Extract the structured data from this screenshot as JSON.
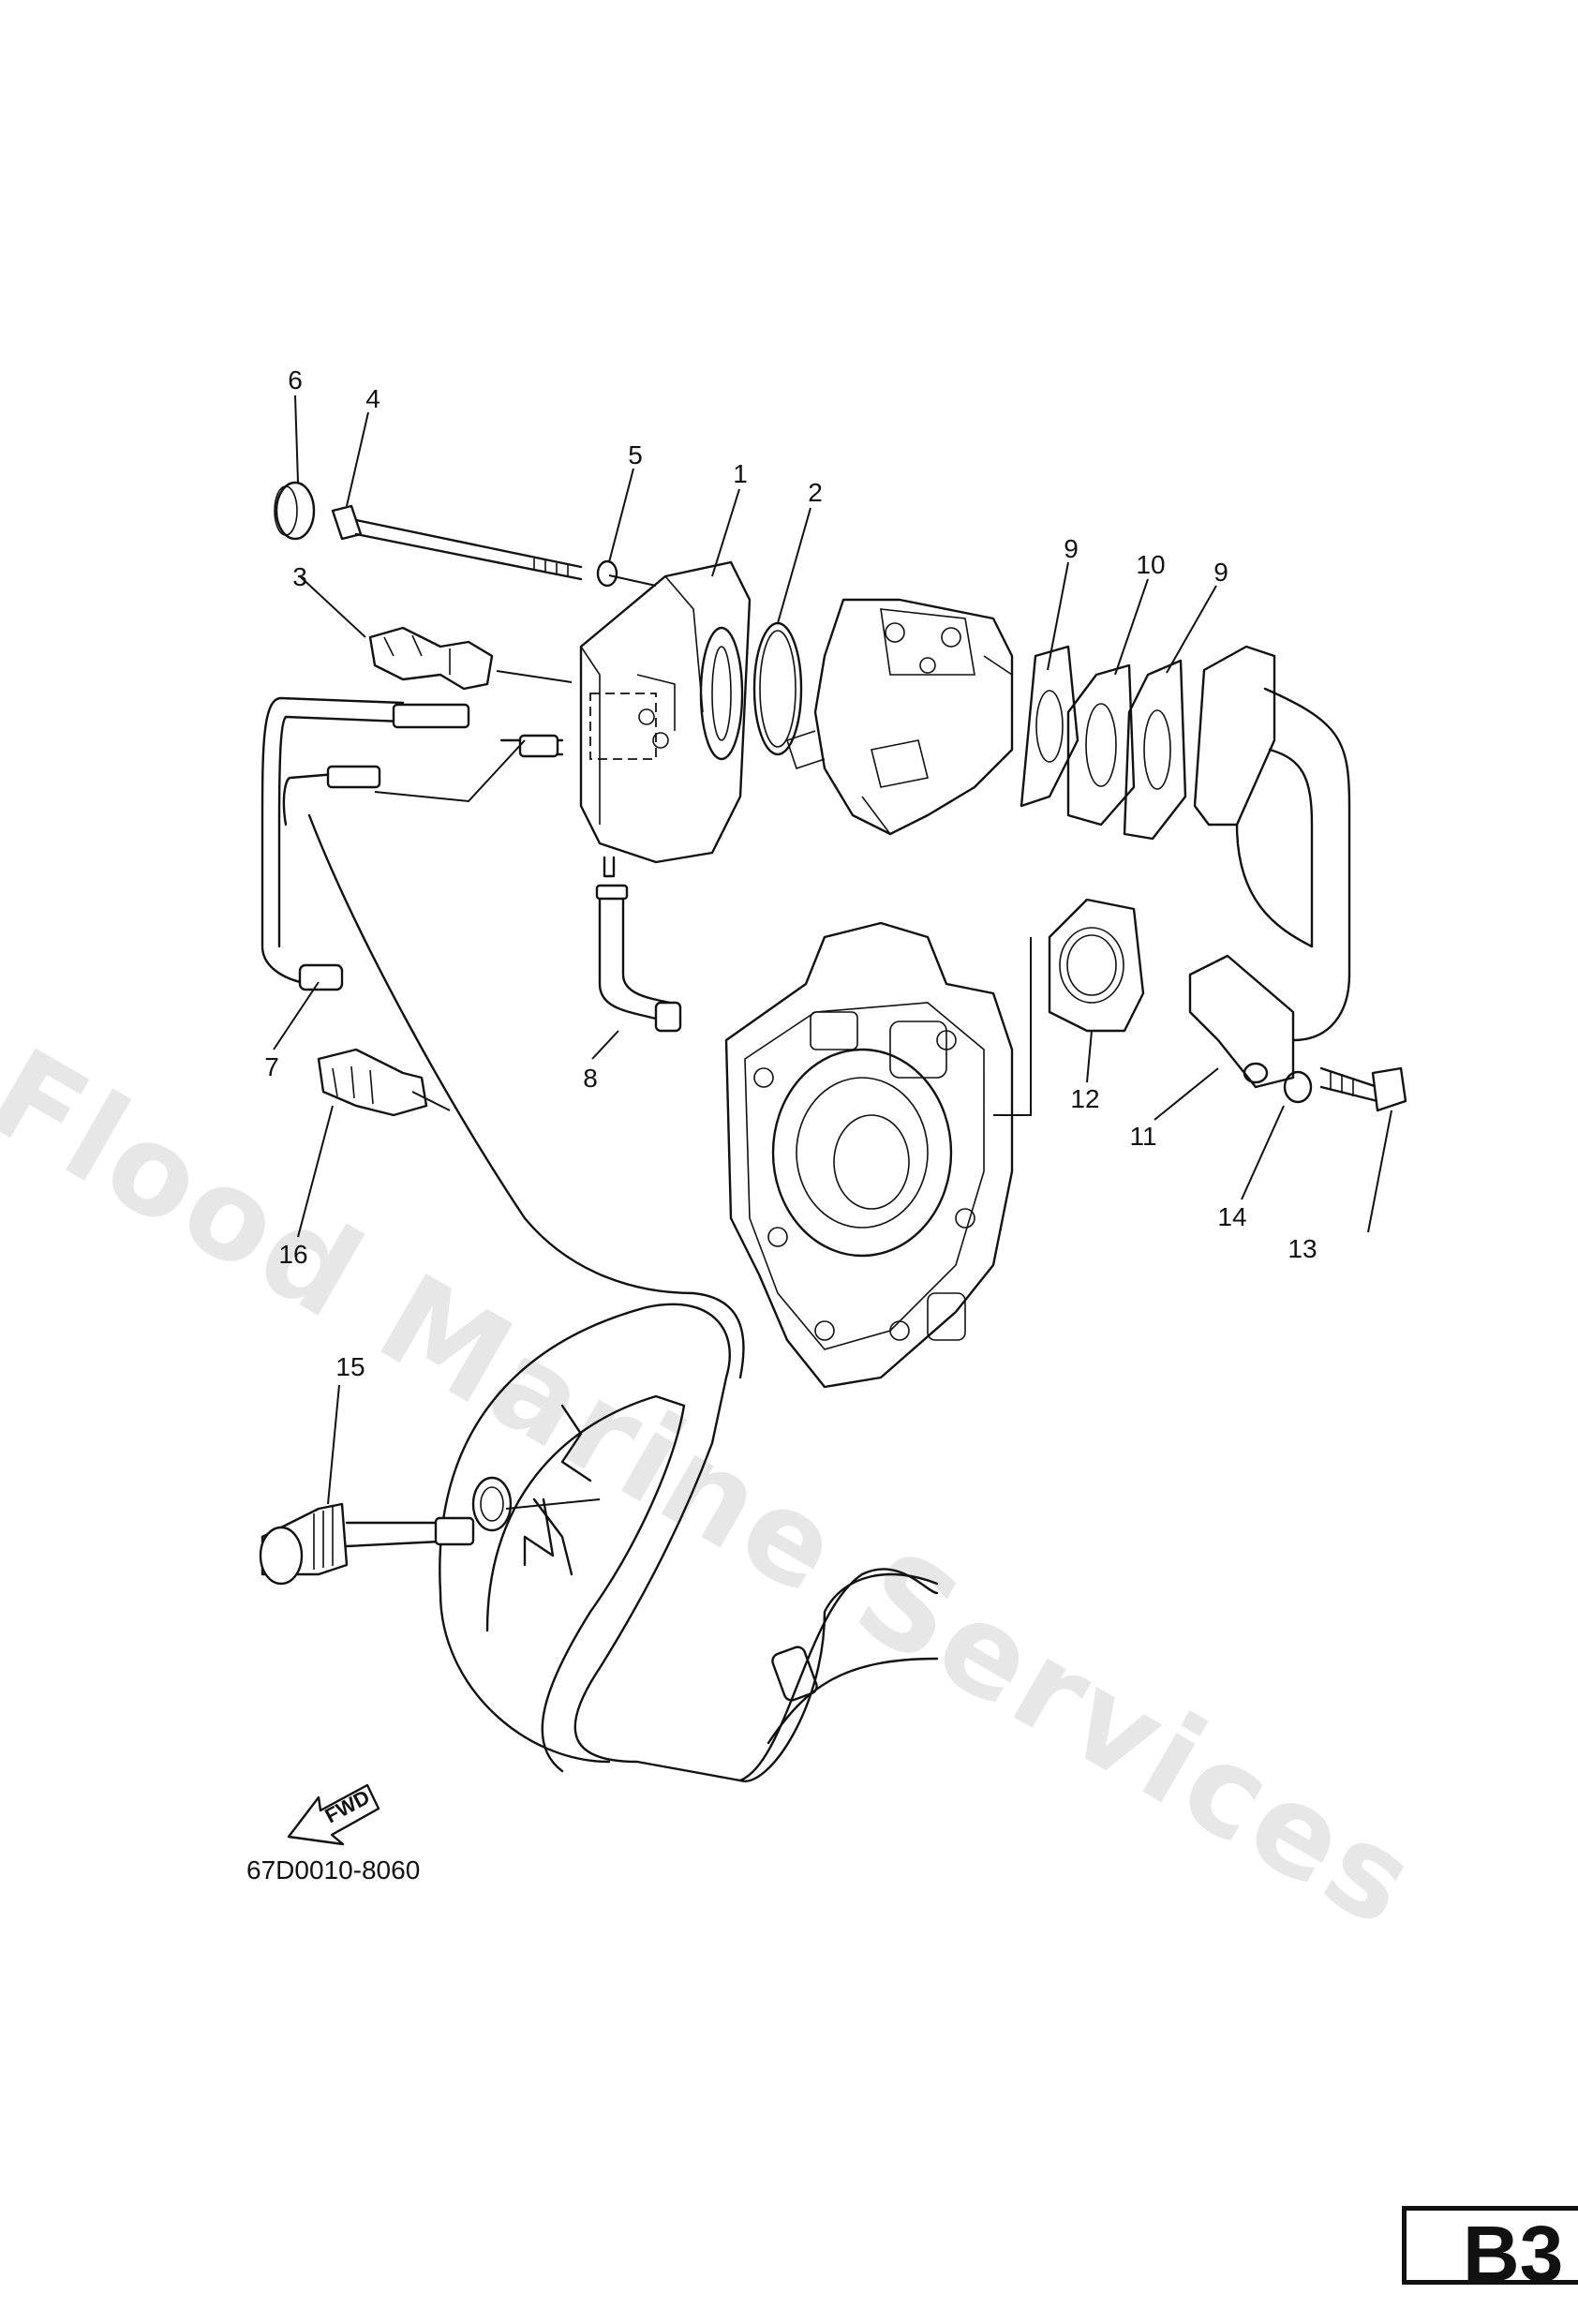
{
  "watermark": "Flood Marine Services",
  "part_code": "67D0010-8060",
  "page_badge": "B3",
  "fwd_label": "FWD",
  "callouts": [
    "1",
    "2",
    "3",
    "4",
    "5",
    "6",
    "7",
    "8",
    "9",
    "9",
    "10",
    "11",
    "12",
    "13",
    "14",
    "15",
    "16"
  ]
}
